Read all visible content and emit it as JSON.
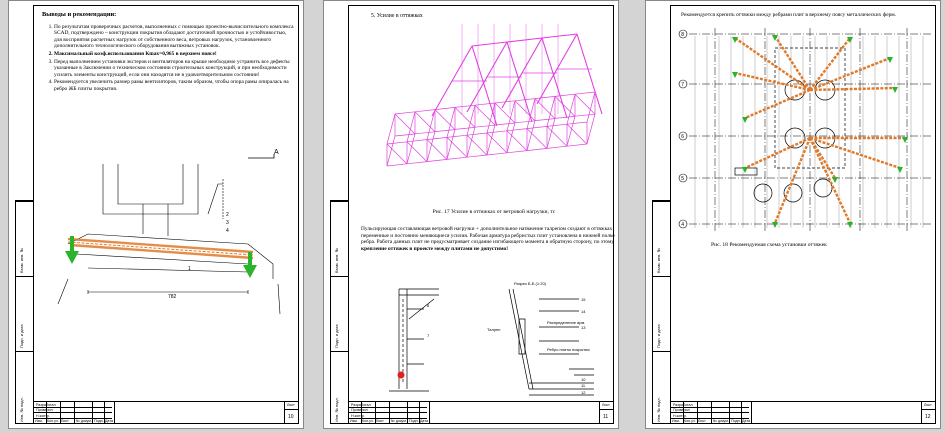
{
  "pages": [
    {
      "number": "10",
      "heading": "Выводы и рекомендации:",
      "items": [
        "По результатам проверочных расчетов, выполненных с помощью проектно-вычислительного комплекса SCAD, подтверждено – конструкции покрытия обладают достаточной прочностью и устойчивостью, для восприятия расчетных нагрузок от собственного веса, ветровых нагрузок, установленного дополнительного технологического оборудования вытяжных установок.",
        "Максимальный коэф.использования Кmax=0,965 в верхнем поясе!",
        "Перед выполнением установки экстеров и вентиляторов на крыше необходимо устранить все дефекты указанные в Заключении о техническом состоянии строительных конструкций, и при необходимости усилить элементы конструкций, если они находятся не в удовлетворительном состоянии!",
        "Рекомендуется увеличить размер рамы вентиляторов, таким образом, чтобы опора рамы опиралась на ребро ЖБ плиты покрытия."
      ],
      "drawing_labels": {
        "section": "А",
        "dim": "782",
        "mark1": "2",
        "mark2": "3",
        "mark3": "4",
        "mark4": "1"
      }
    },
    {
      "number": "11",
      "heading": "5.   Усилие в оттяжках",
      "caption": "Рис. 17 Усилие в оттяжках от ветровой нагрузки, тс",
      "paragraph": "Пульсирующая составляющая ветровой нагрузки + дополнительное натяжение талрепом создают в оттяжках переменные и постоянно меняющиеся усилия. Рабочая арматура ребристых плит установлена в нижней полке ребра. Работа данных плит не предусматривает создание изгибающего момента в обратную сторону, по этому",
      "paragraph_bold": "крепление оттяжек в проекте между плитами не допустимо!",
      "drawing_labels": {
        "sec": "Разрез Б-Б (1:20)",
        "talrep": "Талреп",
        "a": "Распределение арм.",
        "b": "Ребро плиты покрытия",
        "n10": "10",
        "n11": "11",
        "n12": "12",
        "n13": "13",
        "n14": "14",
        "n15": "15",
        "n8": "8",
        "n7": "7"
      }
    },
    {
      "number": "12",
      "heading": "Рекомендуется крепить оттяжки между ребрами плит в верхнему поясу металлических ферм.",
      "caption": "Рис. 18 Рекомендуемая схема установки оттяжек",
      "axes": [
        "8",
        "7",
        "6",
        "5",
        "4"
      ]
    }
  ],
  "stamp": {
    "row1": "Разработал",
    "row2": "Проверил",
    "row3": "Н.контр.",
    "cols": [
      "Изм.",
      "Кол.уч.",
      "Лист",
      "№ докум.",
      "Подп.",
      "Дата"
    ],
    "sheet_label": "Лист"
  },
  "side_stamp": [
    "Взам. инв. №",
    "Подп. и дата",
    "Инв. № подл."
  ],
  "colors": {
    "truss": "#e040e0",
    "reinforcement": "#e07a2a",
    "arrow": "#2bb32b",
    "marker": "#e02020"
  }
}
